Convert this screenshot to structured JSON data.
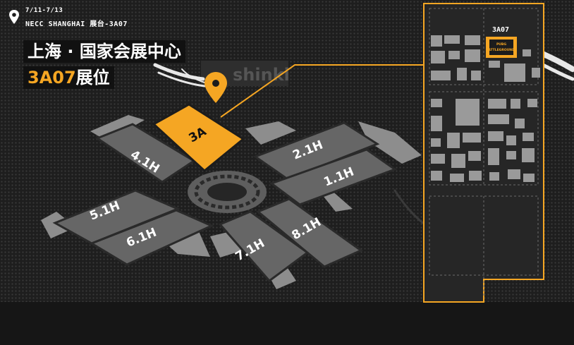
{
  "event": {
    "date": "7/11-7/13",
    "venue": "NECC SHANGHAI 展台-3A07"
  },
  "title": {
    "line1": "上海 · 国家会展中心",
    "line2_highlight": "3A07",
    "line2_text": "展位"
  },
  "watermark": "shinki",
  "halls": [
    "4.1H",
    "3A",
    "2.1H",
    "1.1H",
    "5.1H",
    "6.1H",
    "7.1H",
    "8.1H"
  ],
  "booth": {
    "label": "3A07",
    "sign": "BATTLEGROUNDS",
    "sign_top": "PUBG"
  },
  "colors": {
    "accent": "#f5a623",
    "hall": "#666666",
    "booth_block": "#9a9a9a"
  }
}
